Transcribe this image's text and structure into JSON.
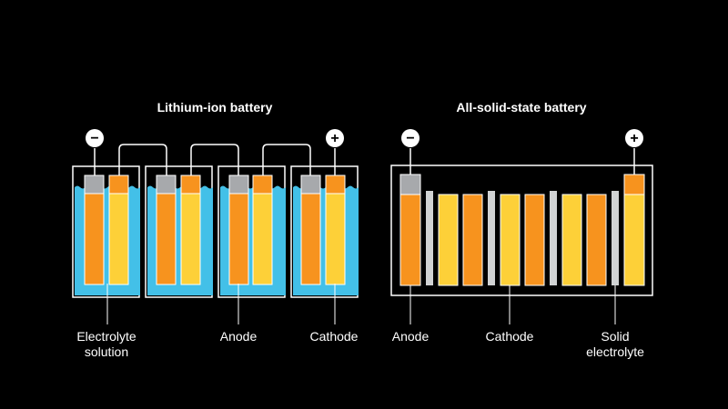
{
  "titles": {
    "lithium_ion": "Lithium-ion battery",
    "solid_state": "All-solid-state battery"
  },
  "terminals": {
    "negative": "−",
    "positive": "+"
  },
  "labels": {
    "electrolyte_solution": "Electrolyte\nsolution",
    "anode_left": "Anode",
    "cathode_left": "Cathode",
    "anode_right": "Anode",
    "cathode_right": "Cathode",
    "solid_electrolyte": "Solid\nelectrolyte"
  },
  "colors": {
    "background": "#000000",
    "electrolyte": "#43c0e8",
    "anode": "#f7931e",
    "cathode": "#fdd038",
    "collector": "#a7a9ac",
    "solid_electrolyte": "#d1d3d4",
    "line": "#ffffff"
  }
}
